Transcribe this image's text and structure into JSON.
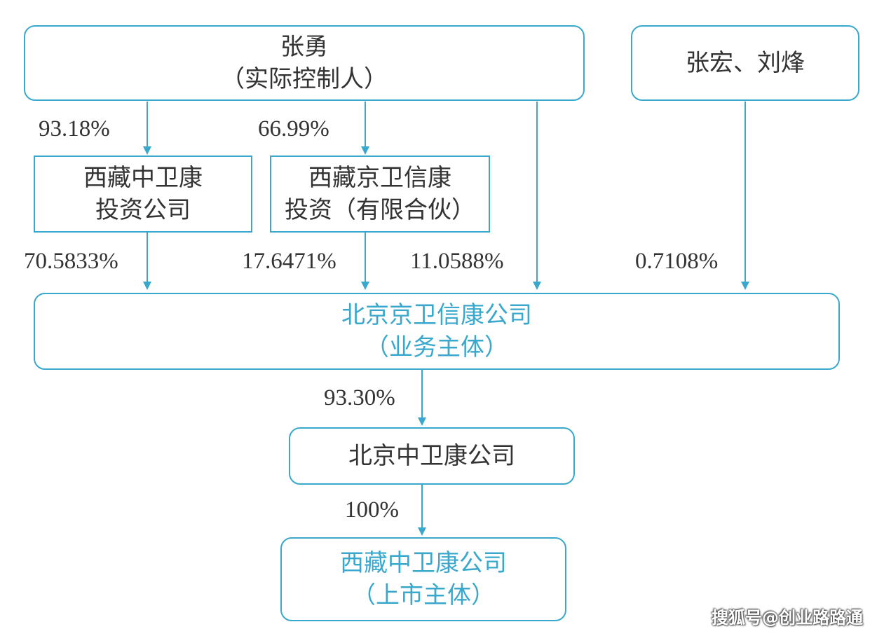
{
  "colors": {
    "accent": "#3aa8cc",
    "text": "#333333",
    "border": "#3aa8cc"
  },
  "nodes": {
    "zhang_yong": {
      "line1": "张勇",
      "line2": "（实际控制人）"
    },
    "zhang_hong_liu_feng": {
      "line1": "张宏、刘烽"
    },
    "xizang_zwk_invest": {
      "line1": "西藏中卫康",
      "line2": "投资公司"
    },
    "xizang_jwxk_invest": {
      "line1": "西藏京卫信康",
      "line2": "投资（有限合伙）"
    },
    "beijing_jwxk": {
      "line1": "北京京卫信康公司",
      "line2": "（业务主体）"
    },
    "beijing_zwk": {
      "line1": "北京中卫康公司"
    },
    "xizang_zwk": {
      "line1": "西藏中卫康公司",
      "line2": "（上市主体）"
    }
  },
  "edges": {
    "zy_to_zwk_invest": "93.18%",
    "zy_to_jwxk_invest": "66.99%",
    "zwk_invest_to_bj_jwxk": "70.5833%",
    "jwxk_invest_to_bj_jwxk": "17.6471%",
    "zy_to_bj_jwxk": "11.0588%",
    "zhlf_to_bj_jwxk": "0.7108%",
    "bj_jwxk_to_bj_zwk": "93.30%",
    "bj_zwk_to_xz_zwk": "100%"
  },
  "watermark": "搜狐号@创业路路通"
}
